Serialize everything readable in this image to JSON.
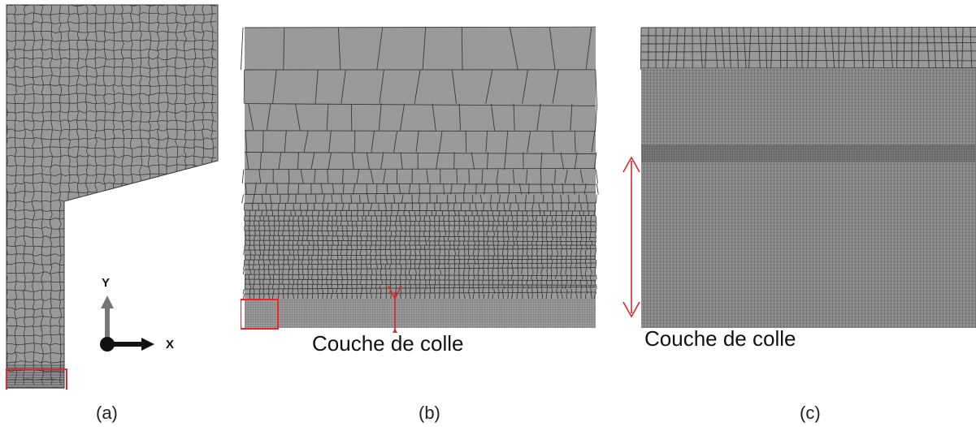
{
  "figure": {
    "panels": [
      {
        "id": "a",
        "caption": "(a)"
      },
      {
        "id": "b",
        "caption": "(b)"
      },
      {
        "id": "c",
        "caption": "(c)"
      }
    ],
    "axes_triad": {
      "y_label": "Y",
      "x_label": "X"
    },
    "annotations": {
      "adhesive_layer_b": "Couche de colle",
      "adhesive_layer_c": "Couche de colle"
    },
    "colors": {
      "mesh_fill": "#9a9a9a",
      "mesh_line": "#3a3a3a",
      "highlight": "#e8262b",
      "arrow": "#d32a2a"
    }
  }
}
